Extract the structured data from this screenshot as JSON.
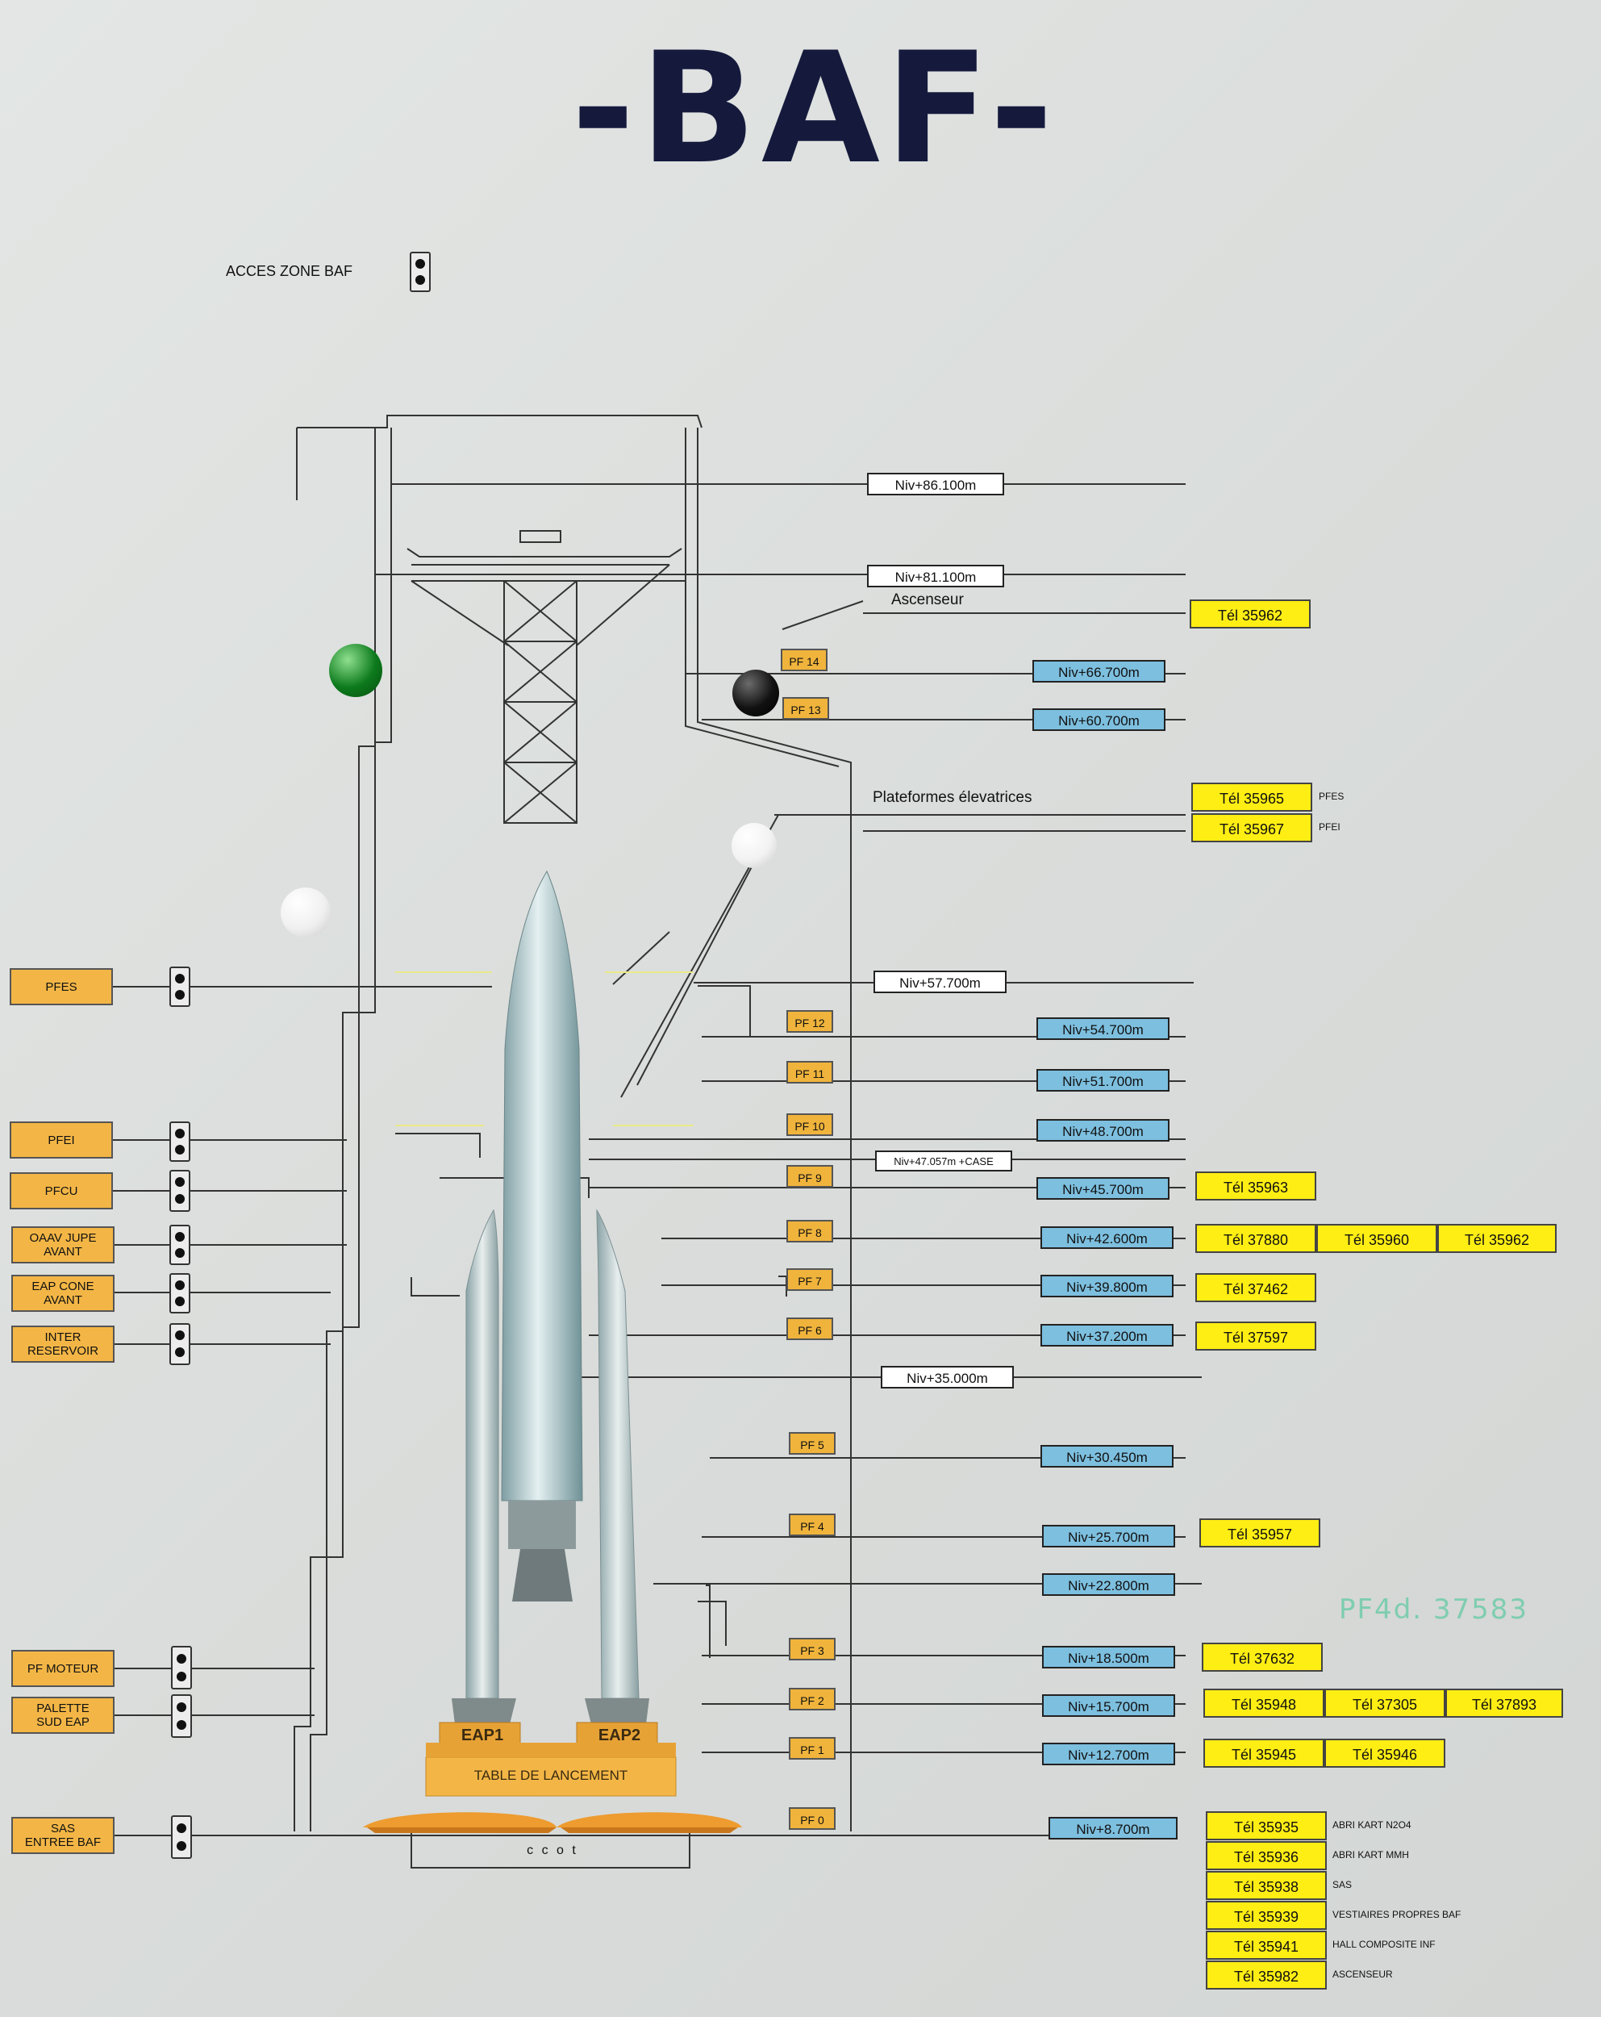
{
  "title": "-BAF-",
  "access": {
    "label": "ACCES ZONE BAF"
  },
  "labels": {
    "ascenseur": "Ascenseur",
    "plateformes": "Plateformes élevatrices",
    "table": "TABLE DE LANCEMENT",
    "eap1": "EAP1",
    "eap2": "EAP2",
    "ccot": "c c o t",
    "pfes_small": "PFES",
    "pfei_small": "PFEI",
    "handwritten": "PF4d. 37583"
  },
  "niveaux": [
    "Niv+86.100m",
    "Niv+81.100m",
    "Niv+66.700m",
    "Niv+60.700m",
    "Niv+57.700m",
    "Niv+54.700m",
    "Niv+51.700m",
    "Niv+48.700m",
    "Niv+47.057m +CASE",
    "Niv+45.700m",
    "Niv+42.600m",
    "Niv+39.800m",
    "Niv+37.200m",
    "Niv+35.000m",
    "Niv+30.450m",
    "Niv+25.700m",
    "Niv+22.800m",
    "Niv+18.500m",
    "Niv+15.700m",
    "Niv+12.700m",
    "Niv+8.700m"
  ],
  "platforms": [
    "PF 14",
    "PF 13",
    "PF 12",
    "PF 11",
    "PF 10",
    "PF 9",
    "PF 8",
    "PF 7",
    "PF 6",
    "PF 5",
    "PF 4",
    "PF 3",
    "PF 2",
    "PF 1",
    "PF 0"
  ],
  "tels": [
    "Tél 35962",
    "Tél 35965",
    "Tél 35967",
    "Tél 35963",
    "Tél 37880",
    "Tél 35960",
    "Tél 35962",
    "Tél 37462",
    "Tél 37597",
    "Tél 35957",
    "Tél 37632",
    "Tél 35948",
    "Tél 37305",
    "Tél 37893",
    "Tél 35945",
    "Tél 35946",
    "Tél 35935",
    "Tél 35936",
    "Tél 35938",
    "Tél 35939",
    "Tél 35941",
    "Tél 35982"
  ],
  "tel_notes": [
    "ABRI KART N2O4",
    "ABRI KART MMH",
    "SAS",
    "VESTIAIRES PROPRES BAF",
    "HALL COMPOSITE INF",
    "ASCENSEUR"
  ],
  "left_boxes": [
    "PFES",
    "PFEI",
    "PFCU",
    "OAAV JUPE\nAVANT",
    "EAP CONE\nAVANT",
    "INTER\nRESERVOIR",
    "PF MOTEUR",
    "PALETTE\nSUD EAP",
    "SAS\nENTREE BAF"
  ],
  "colors": {
    "blue": "#7dbfdf",
    "yellow": "#ffee14",
    "orange": "#f0b43c",
    "navy": "#151a3d"
  }
}
